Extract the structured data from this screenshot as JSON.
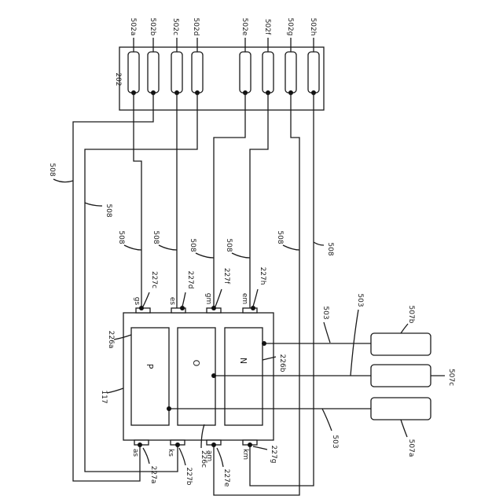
{
  "labels": {
    "unit_202": "202",
    "switches": [
      "502a",
      "502b",
      "502c",
      "502d",
      "502e",
      "502f",
      "502g",
      "502h"
    ],
    "wire_508": "508",
    "unit_117": "117",
    "block_226a": "226a",
    "block_226b": "226b",
    "block_226c": "226c",
    "p": "P",
    "o": "O",
    "n": "N",
    "t_gs": "gs",
    "t_es": "es",
    "t_gm": "gm",
    "t_em": "em",
    "t_as": "as",
    "t_ks": "ks",
    "t_am": "am",
    "t_km": "km",
    "c227a": "227a",
    "c227b": "227b",
    "c227c": "227c",
    "c227d": "227d",
    "c227e": "227e",
    "c227f": "227f",
    "c227g": "227g",
    "c227h": "227h",
    "line_503": "503",
    "b507a": "507a",
    "b507b": "507b",
    "b507c": "507c"
  }
}
